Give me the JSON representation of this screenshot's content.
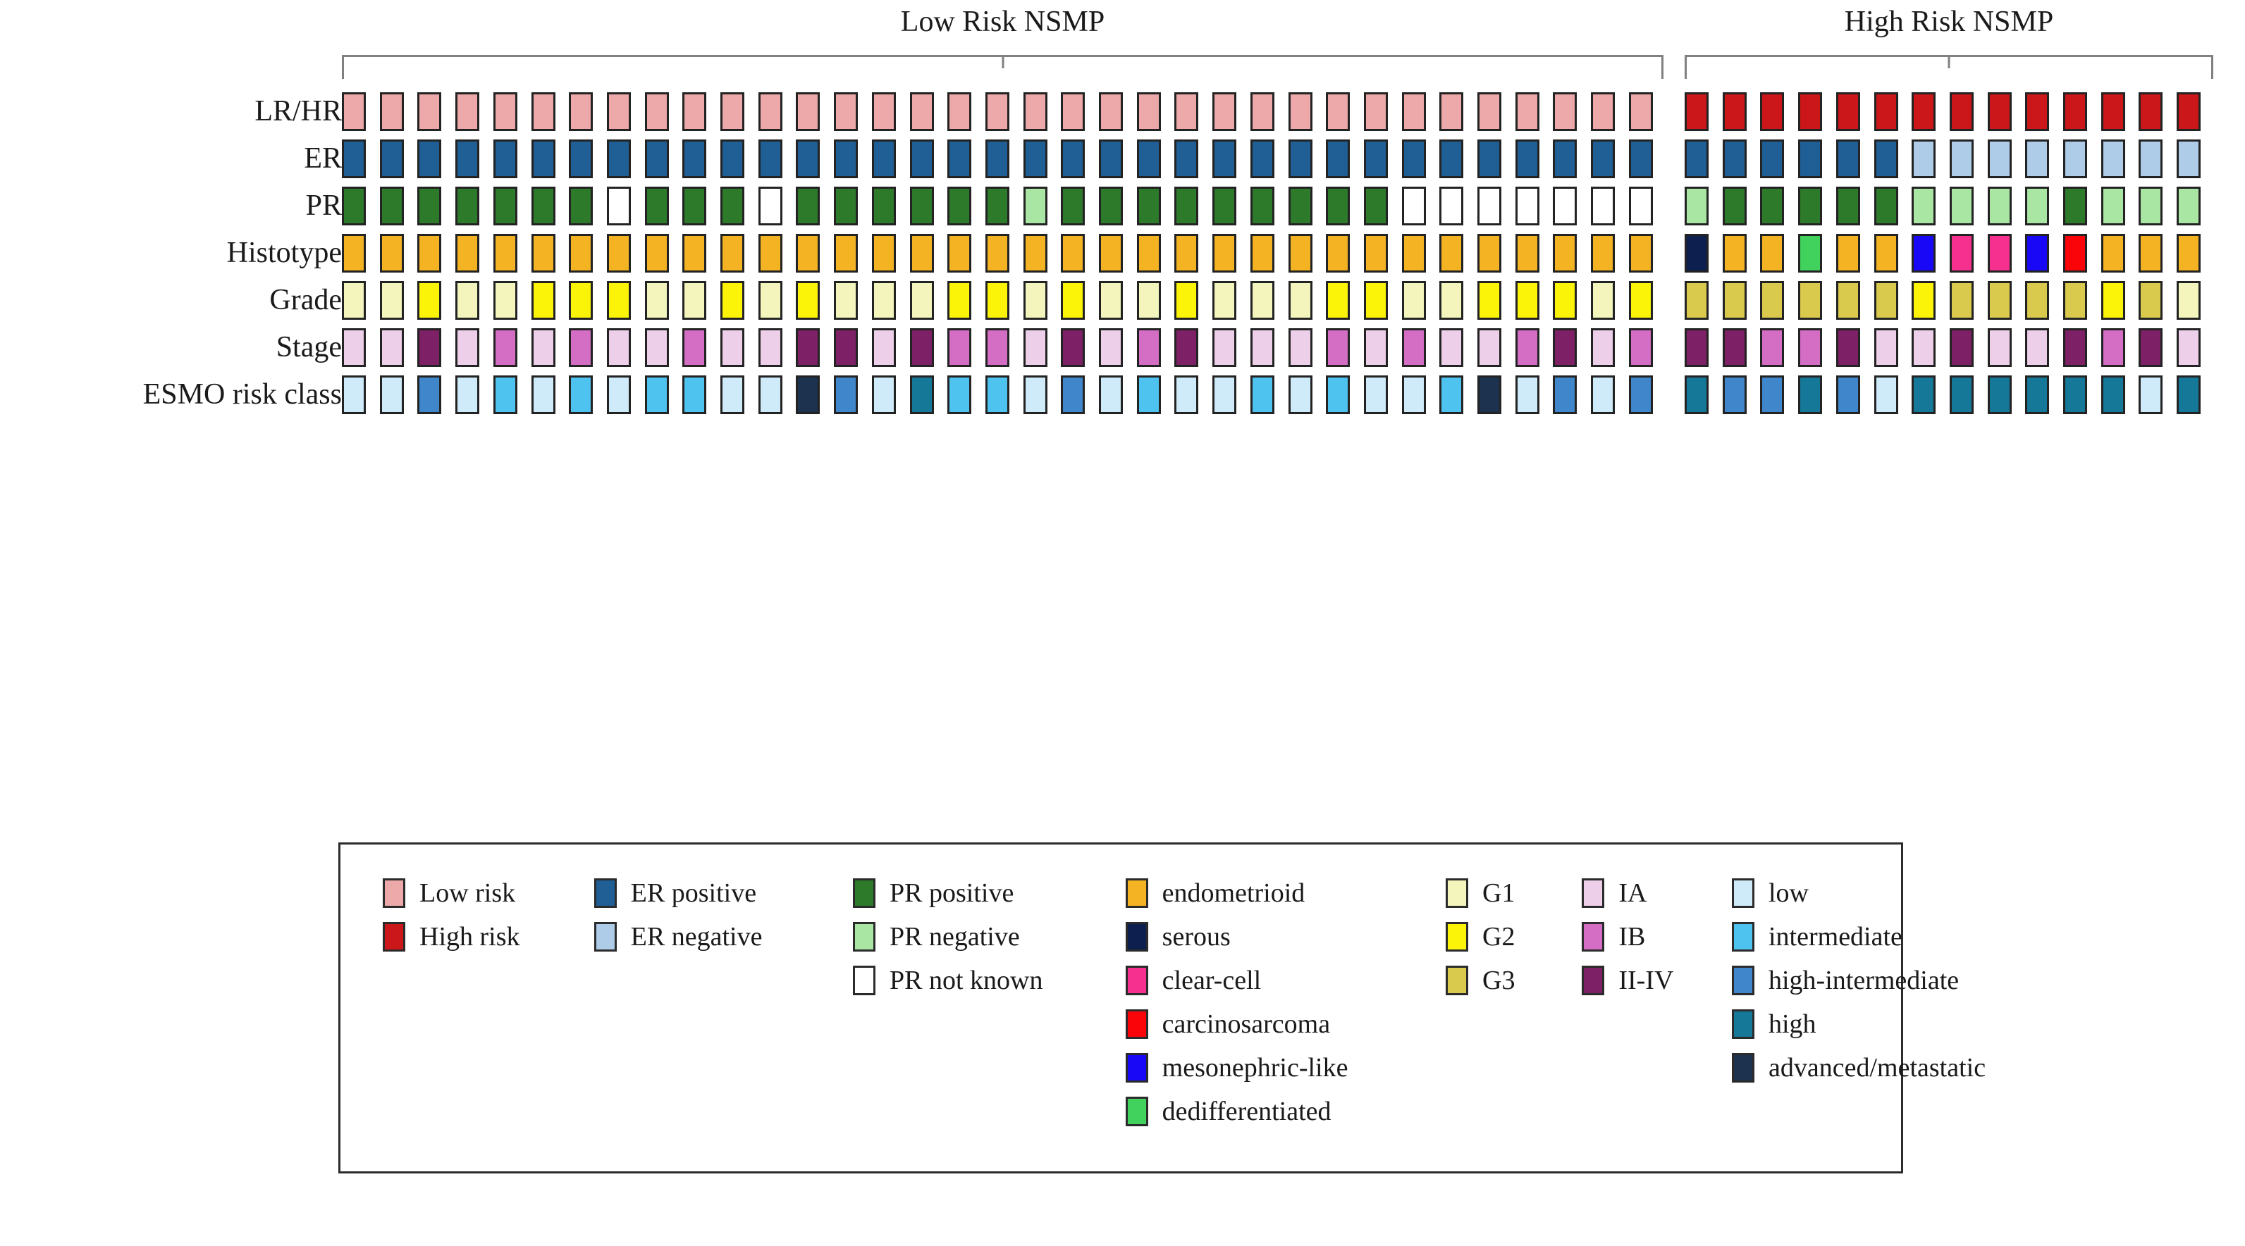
{
  "groups": [
    {
      "name": "low-risk-nsmp",
      "label": "Low Risk NSMP",
      "count": 35
    },
    {
      "name": "high-risk-nsmp",
      "label": "High Risk NSMP",
      "count": 14
    }
  ],
  "palette": {
    "low_risk": "#eda9a9",
    "high_risk": "#cb1719",
    "er_positive": "#1f5f96",
    "er_negative": "#aecbe8",
    "pr_positive": "#2d7a2b",
    "pr_negative": "#a9e5a3",
    "pr_not_known": "#ffffff",
    "endometrioid": "#f4b323",
    "serous": "#0d1f4e",
    "clear_cell": "#f5308f",
    "carcinosarcoma": "#fb0409",
    "mesonephric_like": "#1808f5",
    "dedifferentiated": "#41d25e",
    "g1": "#f3f5bd",
    "g2": "#fbf408",
    "g3": "#d9ca4e",
    "ia": "#eecfe9",
    "ib": "#d46dc4",
    "ii_iv": "#7d2066",
    "esmo_low": "#cfeaf8",
    "esmo_intermediate": "#4fc3f0",
    "esmo_high_intermediate": "#3f86cb",
    "esmo_high": "#157899",
    "esmo_advanced": "#1c324f"
  },
  "rows": [
    {
      "name": "lr-hr",
      "label": "LR/HR",
      "low": [
        "low_risk",
        "low_risk",
        "low_risk",
        "low_risk",
        "low_risk",
        "low_risk",
        "low_risk",
        "low_risk",
        "low_risk",
        "low_risk",
        "low_risk",
        "low_risk",
        "low_risk",
        "low_risk",
        "low_risk",
        "low_risk",
        "low_risk",
        "low_risk",
        "low_risk",
        "low_risk",
        "low_risk",
        "low_risk",
        "low_risk",
        "low_risk",
        "low_risk",
        "low_risk",
        "low_risk",
        "low_risk",
        "low_risk",
        "low_risk",
        "low_risk",
        "low_risk",
        "low_risk",
        "low_risk",
        "low_risk"
      ],
      "high": [
        "high_risk",
        "high_risk",
        "high_risk",
        "high_risk",
        "high_risk",
        "high_risk",
        "high_risk",
        "high_risk",
        "high_risk",
        "high_risk",
        "high_risk",
        "high_risk",
        "high_risk",
        "high_risk"
      ]
    },
    {
      "name": "er",
      "label": "ER",
      "low": [
        "er_positive",
        "er_positive",
        "er_positive",
        "er_positive",
        "er_positive",
        "er_positive",
        "er_positive",
        "er_positive",
        "er_positive",
        "er_positive",
        "er_positive",
        "er_positive",
        "er_positive",
        "er_positive",
        "er_positive",
        "er_positive",
        "er_positive",
        "er_positive",
        "er_positive",
        "er_positive",
        "er_positive",
        "er_positive",
        "er_positive",
        "er_positive",
        "er_positive",
        "er_positive",
        "er_positive",
        "er_positive",
        "er_positive",
        "er_positive",
        "er_positive",
        "er_positive",
        "er_positive",
        "er_positive",
        "er_positive"
      ],
      "high": [
        "er_positive",
        "er_positive",
        "er_positive",
        "er_positive",
        "er_positive",
        "er_positive",
        "er_negative",
        "er_negative",
        "er_negative",
        "er_negative",
        "er_negative",
        "er_negative",
        "er_negative",
        "er_negative"
      ]
    },
    {
      "name": "pr",
      "label": "PR",
      "low": [
        "pr_positive",
        "pr_positive",
        "pr_positive",
        "pr_positive",
        "pr_positive",
        "pr_positive",
        "pr_positive",
        "pr_not_known",
        "pr_positive",
        "pr_positive",
        "pr_positive",
        "pr_not_known",
        "pr_positive",
        "pr_positive",
        "pr_positive",
        "pr_positive",
        "pr_positive",
        "pr_positive",
        "pr_negative",
        "pr_positive",
        "pr_positive",
        "pr_positive",
        "pr_positive",
        "pr_positive",
        "pr_positive",
        "pr_positive",
        "pr_positive",
        "pr_positive",
        "pr_not_known",
        "pr_not_known",
        "pr_not_known",
        "pr_not_known",
        "pr_not_known",
        "pr_not_known",
        "pr_not_known"
      ],
      "high": [
        "pr_negative",
        "pr_positive",
        "pr_positive",
        "pr_positive",
        "pr_positive",
        "pr_positive",
        "pr_negative",
        "pr_negative",
        "pr_negative",
        "pr_negative",
        "pr_positive",
        "pr_negative",
        "pr_negative",
        "pr_negative"
      ]
    },
    {
      "name": "histotype",
      "label": "Histotype",
      "low": [
        "endometrioid",
        "endometrioid",
        "endometrioid",
        "endometrioid",
        "endometrioid",
        "endometrioid",
        "endometrioid",
        "endometrioid",
        "endometrioid",
        "endometrioid",
        "endometrioid",
        "endometrioid",
        "endometrioid",
        "endometrioid",
        "endometrioid",
        "endometrioid",
        "endometrioid",
        "endometrioid",
        "endometrioid",
        "endometrioid",
        "endometrioid",
        "endometrioid",
        "endometrioid",
        "endometrioid",
        "endometrioid",
        "endometrioid",
        "endometrioid",
        "endometrioid",
        "endometrioid",
        "endometrioid",
        "endometrioid",
        "endometrioid",
        "endometrioid",
        "endometrioid",
        "endometrioid"
      ],
      "high": [
        "serous",
        "endometrioid",
        "endometrioid",
        "dedifferentiated",
        "endometrioid",
        "endometrioid",
        "mesonephric_like",
        "clear_cell",
        "clear_cell",
        "mesonephric_like",
        "carcinosarcoma",
        "endometrioid",
        "endometrioid",
        "endometrioid"
      ]
    },
    {
      "name": "grade",
      "label": "Grade",
      "low": [
        "g1",
        "g1",
        "g2",
        "g1",
        "g1",
        "g2",
        "g2",
        "g2",
        "g1",
        "g1",
        "g2",
        "g1",
        "g2",
        "g1",
        "g1",
        "g1",
        "g2",
        "g2",
        "g1",
        "g2",
        "g1",
        "g1",
        "g2",
        "g1",
        "g1",
        "g1",
        "g2",
        "g2",
        "g1",
        "g1",
        "g2",
        "g2",
        "g2",
        "g1",
        "g2"
      ],
      "high": [
        "g3",
        "g3",
        "g3",
        "g3",
        "g3",
        "g3",
        "g2",
        "g3",
        "g3",
        "g3",
        "g3",
        "g2",
        "g3",
        "g1"
      ]
    },
    {
      "name": "stage",
      "label": "Stage",
      "low": [
        "ia",
        "ia",
        "ii_iv",
        "ia",
        "ib",
        "ia",
        "ib",
        "ia",
        "ia",
        "ib",
        "ia",
        "ia",
        "ii_iv",
        "ii_iv",
        "ia",
        "ii_iv",
        "ib",
        "ib",
        "ia",
        "ii_iv",
        "ia",
        "ib",
        "ii_iv",
        "ia",
        "ia",
        "ia",
        "ib",
        "ia",
        "ib",
        "ia",
        "ia",
        "ib",
        "ii_iv",
        "ia",
        "ib"
      ],
      "high": [
        "ii_iv",
        "ii_iv",
        "ib",
        "ib",
        "ii_iv",
        "ia",
        "ia",
        "ii_iv",
        "ia",
        "ia",
        "ii_iv",
        "ib",
        "ii_iv",
        "ia"
      ]
    },
    {
      "name": "esmo-risk-class",
      "label": "ESMO risk class",
      "low": [
        "esmo_low",
        "esmo_low",
        "esmo_high_intermediate",
        "esmo_low",
        "esmo_intermediate",
        "esmo_low",
        "esmo_intermediate",
        "esmo_low",
        "esmo_intermediate",
        "esmo_intermediate",
        "esmo_low",
        "esmo_low",
        "esmo_advanced",
        "esmo_high_intermediate",
        "esmo_low",
        "esmo_high",
        "esmo_intermediate",
        "esmo_intermediate",
        "esmo_low",
        "esmo_high_intermediate",
        "esmo_low",
        "esmo_intermediate",
        "esmo_low",
        "esmo_low",
        "esmo_intermediate",
        "esmo_low",
        "esmo_intermediate",
        "esmo_low",
        "esmo_low",
        "esmo_intermediate",
        "esmo_advanced",
        "esmo_low",
        "esmo_high_intermediate",
        "esmo_low",
        "esmo_high_intermediate"
      ],
      "high": [
        "esmo_high",
        "esmo_high_intermediate",
        "esmo_high_intermediate",
        "esmo_high",
        "esmo_high_intermediate",
        "esmo_low",
        "esmo_high",
        "esmo_high",
        "esmo_high",
        "esmo_high",
        "esmo_high",
        "esmo_high",
        "esmo_low",
        "esmo_high"
      ]
    }
  ],
  "legend": {
    "columns": [
      {
        "name": "risk",
        "items": [
          {
            "key": "low_risk",
            "label": "Low risk"
          },
          {
            "key": "high_risk",
            "label": "High risk"
          }
        ]
      },
      {
        "name": "er",
        "items": [
          {
            "key": "er_positive",
            "label": "ER positive"
          },
          {
            "key": "er_negative",
            "label": "ER negative"
          }
        ]
      },
      {
        "name": "pr",
        "items": [
          {
            "key": "pr_positive",
            "label": "PR positive"
          },
          {
            "key": "pr_negative",
            "label": "PR negative"
          },
          {
            "key": "pr_not_known",
            "label": "PR not known"
          }
        ]
      },
      {
        "name": "histotype",
        "items": [
          {
            "key": "endometrioid",
            "label": "endometrioid"
          },
          {
            "key": "serous",
            "label": "serous"
          },
          {
            "key": "clear_cell",
            "label": "clear-cell"
          },
          {
            "key": "carcinosarcoma",
            "label": "carcinosarcoma"
          },
          {
            "key": "mesonephric_like",
            "label": "mesonephric-like"
          },
          {
            "key": "dedifferentiated",
            "label": "dedifferentiated"
          }
        ]
      },
      {
        "name": "grade",
        "items": [
          {
            "key": "g1",
            "label": "G1"
          },
          {
            "key": "g2",
            "label": "G2"
          },
          {
            "key": "g3",
            "label": "G3"
          }
        ]
      },
      {
        "name": "stage",
        "items": [
          {
            "key": "ia",
            "label": "IA"
          },
          {
            "key": "ib",
            "label": "IB"
          },
          {
            "key": "ii_iv",
            "label": "II-IV"
          }
        ]
      },
      {
        "name": "esmo",
        "items": [
          {
            "key": "esmo_low",
            "label": "low"
          },
          {
            "key": "esmo_intermediate",
            "label": "intermediate"
          },
          {
            "key": "esmo_high_intermediate",
            "label": "high-intermediate"
          },
          {
            "key": "esmo_high",
            "label": "high"
          },
          {
            "key": "esmo_advanced",
            "label": "advanced/metastatic"
          }
        ]
      }
    ]
  },
  "chart_data": {
    "type": "heatmap",
    "title": "",
    "xlabel": "",
    "ylabel": "",
    "grid": false,
    "legend_position": "bottom",
    "row_categories": [
      "LR/HR",
      "ER",
      "PR",
      "Histotype",
      "Grade",
      "Stage",
      "ESMO risk class"
    ],
    "column_groups": [
      "Low Risk NSMP",
      "High Risk NSMP"
    ],
    "column_group_sizes": [
      35,
      14
    ],
    "total_columns": 49,
    "value_sets": {
      "LR/HR": [
        "Low risk",
        "High risk"
      ],
      "ER": [
        "ER positive",
        "ER negative"
      ],
      "PR": [
        "PR positive",
        "PR negative",
        "PR not known"
      ],
      "Histotype": [
        "endometrioid",
        "serous",
        "clear-cell",
        "carcinosarcoma",
        "mesonephric-like",
        "dedifferentiated"
      ],
      "Grade": [
        "G1",
        "G2",
        "G3"
      ],
      "Stage": [
        "IA",
        "IB",
        "II-IV"
      ],
      "ESMO risk class": [
        "low",
        "intermediate",
        "high-intermediate",
        "high",
        "advanced/metastatic"
      ]
    }
  }
}
